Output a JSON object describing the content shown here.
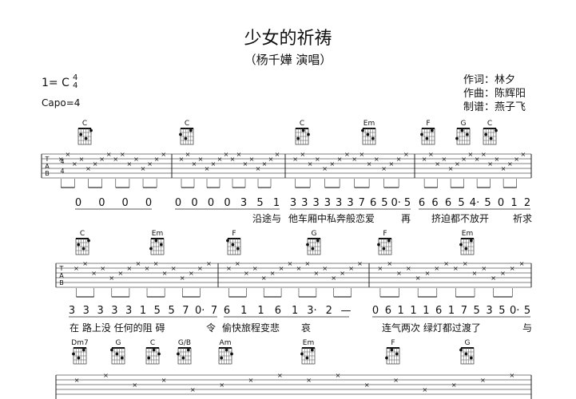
{
  "header": {
    "title": "少女的祈祷",
    "subtitle": "（杨千嬅 演唱）",
    "key": "1= C",
    "time_top": "4",
    "time_bottom": "4",
    "capo": "Capo=4",
    "credits": [
      "作词：林夕",
      "作曲：陈辉阳",
      "制谱：燕子飞"
    ]
  },
  "tab_labels": [
    "T",
    "A",
    "B"
  ],
  "systems": [
    {
      "chords": [
        "C",
        "C",
        "C",
        "Em",
        "F",
        "G",
        "C"
      ],
      "numbers": [
        "0 0 0 0",
        "0 0 0 0 3 5 1",
        "3 3 3 3 3 3 7 6 5 0· 5",
        "6 6 6 5 4· 5 0 1 2"
      ],
      "lyrics": [
        "沿途与",
        "他车厢中私奔般恋爱",
        "再",
        "挤迫都不放",
        "开",
        "祈求"
      ]
    },
    {
      "chords": [
        "C",
        "Em",
        "F",
        "G",
        "F",
        "Em"
      ],
      "numbers": [
        "3 3 3 3 3 1 5 5 7 0· 7",
        "6 1 1 6 1 3· 2 —",
        "0 6 1 1 1 6 1 7 5 3 5 0· 5"
      ],
      "lyrics": [
        "在 路上没 任何的阻 碍",
        "令",
        "偷快旅程变悲",
        "哀",
        "连气两次 绿灯都过渡了",
        "与"
      ]
    },
    {
      "chords": [
        "Dm7",
        "G",
        "C",
        "G/B",
        "Am",
        "Em",
        "F",
        "G"
      ],
      "numbers": [],
      "lyrics": []
    }
  ]
}
